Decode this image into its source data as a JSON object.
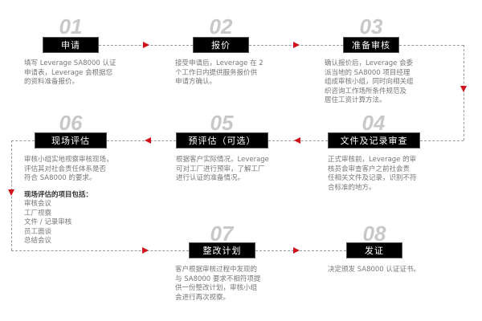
{
  "steps": [
    {
      "num": "01",
      "title": "申请",
      "desc": [
        "填写 Leverage SA8000 认证",
        "申请表，Leverage 会根据您",
        "的资料准备报价。"
      ]
    },
    {
      "num": "02",
      "title": "报价",
      "desc": [
        "接受申请后，Leverage 在 2",
        "个工作日内提供服务报价供",
        "申请方确认。"
      ]
    },
    {
      "num": "03",
      "title": "准备审核",
      "desc": [
        "确认报价后，Leverage 会委",
        "派当地的 SA8000 项目经理",
        "组成审核小组，同时向相关组",
        "织咨询工作场所条件规范及",
        "居住工资计算方法。"
      ]
    },
    {
      "num": "04",
      "title": "文件及记录审查",
      "desc": [
        "正式审核前，Leverage 的审",
        "核员会审查客户之前社会责",
        "任相关文件及记录，识别不符",
        "合标准的地方。"
      ]
    },
    {
      "num": "05",
      "title": "预评估（可选）",
      "desc": [
        "根据客户实际情况，Leverage",
        "可对工厂进行预审，了解工厂",
        "进行认证的准备情况。"
      ]
    },
    {
      "num": "06",
      "title": "现场评估",
      "desc": [
        "审核小组实地视察审核现场，",
        "评估其对社会责任体系是否",
        "符合 SA8000 的要求。"
      ],
      "items_title": "现场评估的项目包括：",
      "items": [
        "审核会议",
        "工厂视察",
        "文件 / 记录审核",
        "员工面谈",
        "总结会议"
      ]
    },
    {
      "num": "07",
      "title": "整改计划",
      "desc": [
        "客户根据审核过程中发现的",
        "与 SA8000 要求不相符项提",
        "供一份整改计划，审核小组",
        "会进行再次视察。"
      ]
    },
    {
      "num": "08",
      "title": "发证",
      "desc": [
        "决定颁发 SA8000 认证证书。"
      ]
    }
  ],
  "colors": {
    "arrow": "#d0121b",
    "box": "#000000",
    "number": "#c8c8c8",
    "text": "#777777"
  }
}
